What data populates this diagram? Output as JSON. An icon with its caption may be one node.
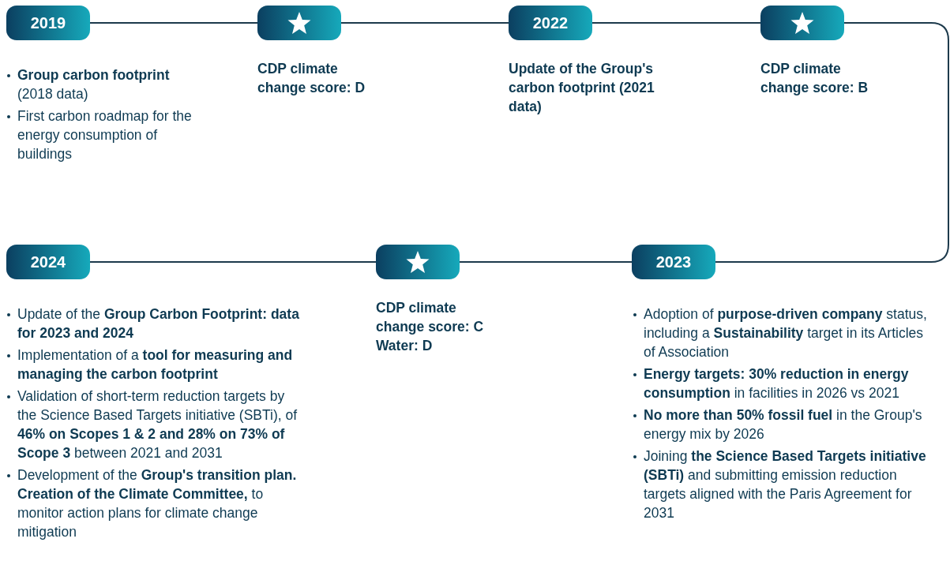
{
  "diagram": {
    "nodes": [
      {
        "text": [
          "2019"
        ],
        "beside": [
          "**Group carbon footprint** (2018 data)",
          "First carbon roadmap for the energy consumption of buildings"
        ]
      },
      {
        "text": [],
        "shape": "box",
        "beside": [
          "CDP climate change score: D"
        ]
      },
      {
        "text": [
          "2022"
        ],
        "beside": [
          "**Update of the Group's carbon footprint** (2021 data)"
        ]
      },
      {
        "text": [],
        "shape": "box",
        "beside": [
          "CDP climate change score: B"
        ]
      },
      {
        "text": [
          "2024"
        ],
        "beside": [
          "Update of the **Group Carbon Footprint: data for 2023 and 2024**",
          "Implementation of a **tool for measuring and managing the carbon footprint**",
          "Validation of short-term reduction targets by the Science Based Targets initiative (SBTi), of **46% on Scopes 1 & 2 and 28% on 73% of Scope 3** between 2021 and 2031",
          "Development of the **Group's transition plan. Creation of the Climate Committee,** to monitor action plans for climate change mitigation"
        ]
      },
      {
        "text": [],
        "shape": "box",
        "beside": [
          "CDP climate change score: C",
          "Water: D"
        ]
      },
      {
        "text": [
          "2023"
        ],
        "beside": [
          "Adoption of **purpose-driven company** status, including a **Sustainability** target in its Articles of Association",
          "**Energy targets: 30% reduction in energy consumption** in facilities in 2026 vs 2021",
          "**No more than 50% fossil fuel** in the Group's energy mix by 2026",
          "Joining **the Science Based Targets initiative (SBTi)** and submitting emission reduction targets aligned with the Paris Agreement for 2031"
        ]
      }
    ],
    "edges": [
      {
        "from": 0,
        "to": 1,
        "arrow": "none"
      },
      {
        "from": 1,
        "to": 2,
        "arrow": "none"
      },
      {
        "from": 2,
        "to": 3,
        "arrow": "none"
      },
      {
        "from": 3,
        "to": 6,
        "arrow": "none"
      },
      {
        "from": 6,
        "to": 5,
        "arrow": "none"
      },
      {
        "from": 5,
        "to": 4,
        "arrow": "none"
      }
    ]
  }
}
